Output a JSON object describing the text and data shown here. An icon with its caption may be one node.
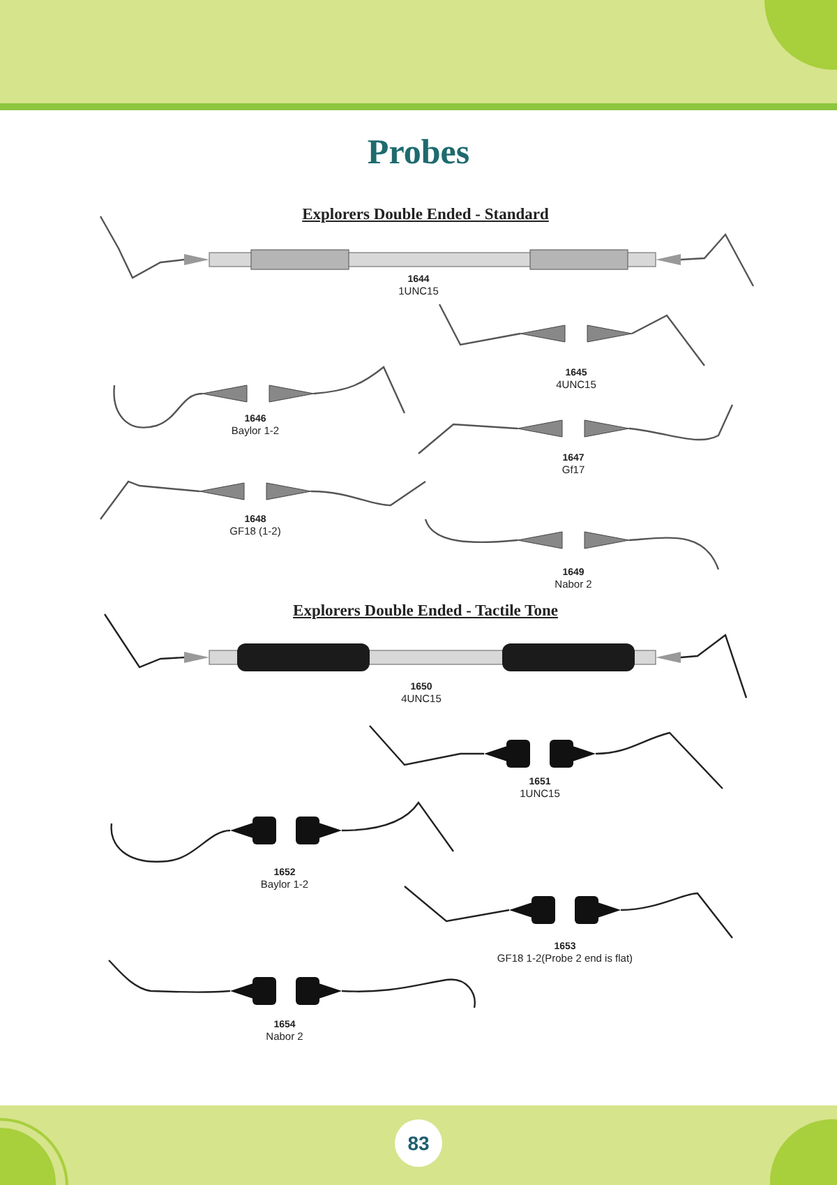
{
  "diagram": {
    "title": "Probes",
    "labels": [
      "Explorers Double Ended - Standard",
      "1644",
      "1UNC15",
      "1645",
      "4UNC15",
      "1646",
      "Baylor 1-2",
      "1647",
      "Gf17",
      "1648",
      "GF18 (1-2)",
      "1649",
      "Nabor 2",
      "Explorers Double Ended - Tactile Tone",
      "1650",
      "4UNC15",
      "1651",
      "1UNC15",
      "1652",
      "Baylor 1-2",
      "1653",
      "GF18 1-2(Probe 2 end is flat)",
      "1654",
      "Nabor 2",
      "83"
    ]
  }
}
